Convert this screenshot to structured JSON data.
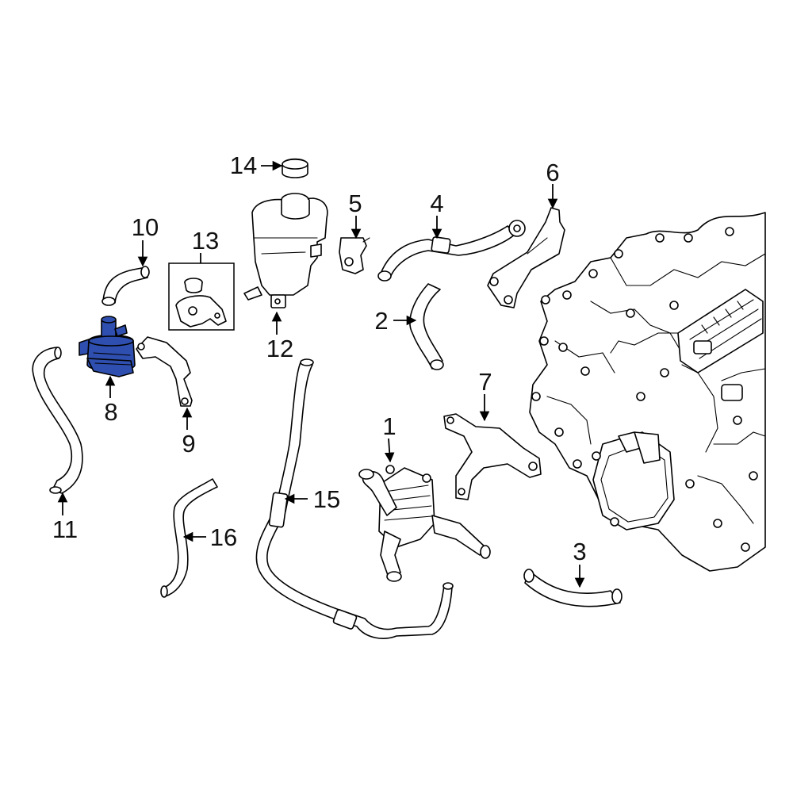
{
  "highlight_color": "#2f4fb0",
  "callouts": {
    "c1": "1",
    "c2": "2",
    "c3": "3",
    "c4": "4",
    "c5": "5",
    "c6": "6",
    "c7": "7",
    "c8": "8",
    "c9": "9",
    "c10": "10",
    "c11": "11",
    "c12": "12",
    "c13": "13",
    "c14": "14",
    "c15": "15",
    "c16": "16"
  },
  "highlighted_part": "8"
}
